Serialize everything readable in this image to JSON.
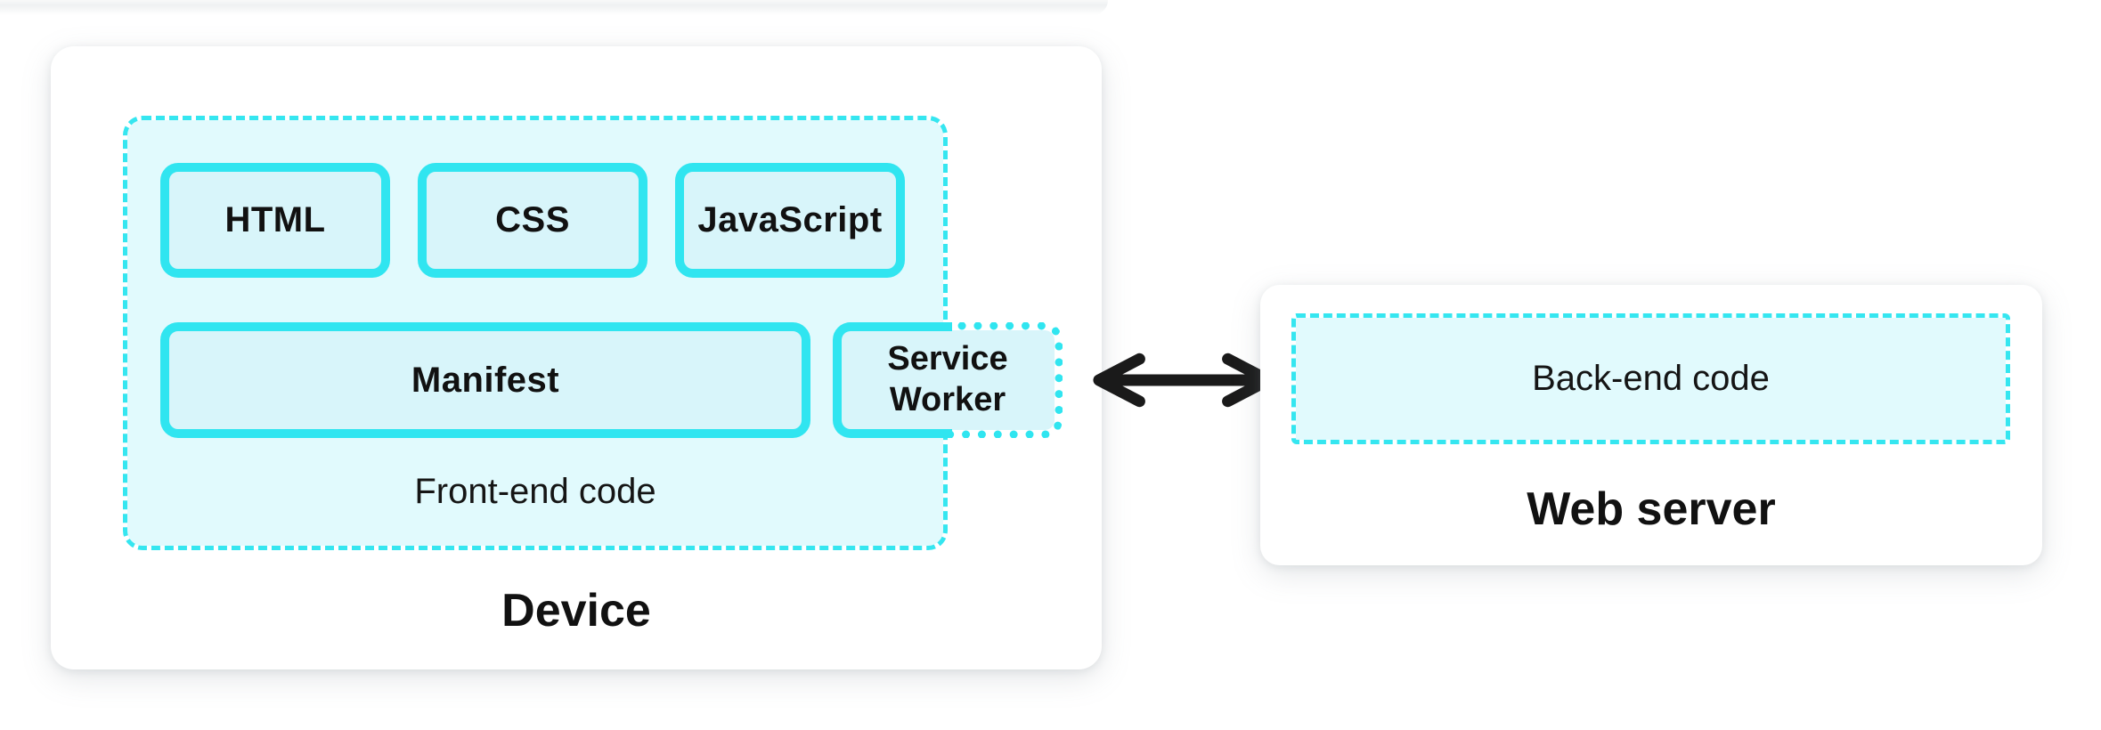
{
  "colors": {
    "accent_cyan_border": "#30e5f0",
    "dashed_cyan": "#35e6f0",
    "container_fill": "#e1fafd",
    "node_fill": "#d8f5fa",
    "card_background": "#ffffff",
    "arrow_black": "#1a1a1a",
    "text": "#111111"
  },
  "device": {
    "title": "Device",
    "frontend": {
      "label": "Front-end code",
      "boxes": [
        {
          "id": "html",
          "label": "HTML"
        },
        {
          "id": "css",
          "label": "CSS"
        },
        {
          "id": "javascript",
          "label": "JavaScript"
        },
        {
          "id": "manifest",
          "label": "Manifest"
        },
        {
          "id": "service-worker",
          "label": "Service Worker"
        }
      ]
    }
  },
  "server": {
    "title": "Web server",
    "backend_label": "Back-end code"
  },
  "connector": {
    "type": "bidirectional-arrow"
  }
}
